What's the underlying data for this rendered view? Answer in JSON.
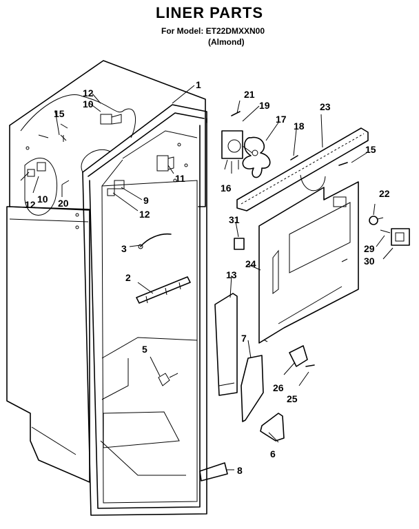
{
  "header": {
    "title": "LINER PARTS",
    "model_line": "For Model: ET22DMXXN00",
    "variant": "(Almond)"
  },
  "callouts": [
    {
      "id": "c1",
      "text": "1"
    },
    {
      "id": "c2",
      "text": "2"
    },
    {
      "id": "c3",
      "text": "3"
    },
    {
      "id": "c5",
      "text": "5"
    },
    {
      "id": "c6",
      "text": "6"
    },
    {
      "id": "c7",
      "text": "7"
    },
    {
      "id": "c8",
      "text": "8"
    },
    {
      "id": "c9",
      "text": "9"
    },
    {
      "id": "c10a",
      "text": "10"
    },
    {
      "id": "c10b",
      "text": "10"
    },
    {
      "id": "c11",
      "text": "11"
    },
    {
      "id": "c12a",
      "text": "12"
    },
    {
      "id": "c12b",
      "text": "12"
    },
    {
      "id": "c12c",
      "text": "12"
    },
    {
      "id": "c13",
      "text": "13"
    },
    {
      "id": "c15a",
      "text": "15"
    },
    {
      "id": "c15b",
      "text": "15"
    },
    {
      "id": "c16",
      "text": "16"
    },
    {
      "id": "c17",
      "text": "17"
    },
    {
      "id": "c18",
      "text": "18"
    },
    {
      "id": "c19",
      "text": "19"
    },
    {
      "id": "c20",
      "text": "20"
    },
    {
      "id": "c21",
      "text": "21"
    },
    {
      "id": "c22",
      "text": "22"
    },
    {
      "id": "c23",
      "text": "23"
    },
    {
      "id": "c24",
      "text": "24"
    },
    {
      "id": "c25",
      "text": "25"
    },
    {
      "id": "c26",
      "text": "26"
    },
    {
      "id": "c29",
      "text": "29"
    },
    {
      "id": "c30",
      "text": "30"
    },
    {
      "id": "c31",
      "text": "31"
    }
  ]
}
